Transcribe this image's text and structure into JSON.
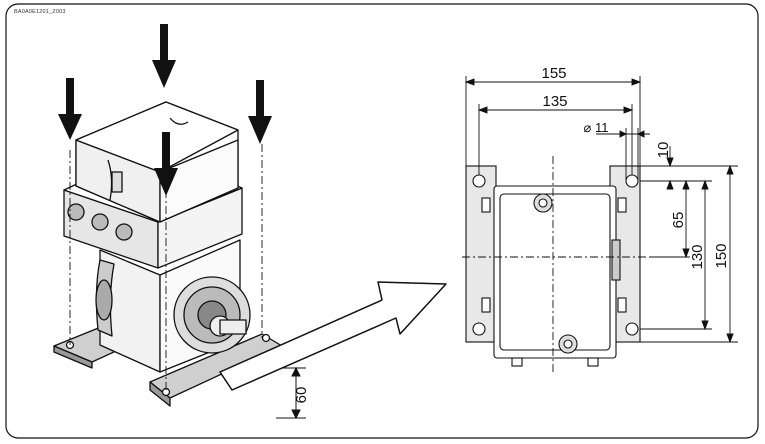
{
  "ref_code": "BA0A0E1201_Z003",
  "dimensions": {
    "overall_width": "155",
    "hole_spacing_horizontal": "135",
    "hole_diameter": "⌀ 11",
    "hole_offset_top": "10",
    "hole_spacing_vertical_half": "65",
    "hole_spacing_vertical": "130",
    "overall_height": "150",
    "base_height": "60"
  },
  "colors": {
    "line": "#111111",
    "plate_fill": "#e8e8e8",
    "housing_fill": "#ffffff",
    "arrow_fill": "#111111"
  }
}
